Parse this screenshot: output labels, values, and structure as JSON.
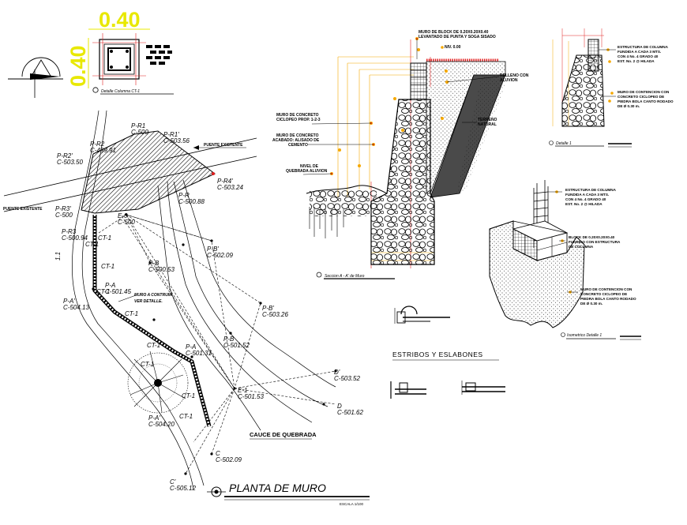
{
  "column_detail": {
    "dim_horizontal": "0.40",
    "dim_vertical": "0.40",
    "title": "Detalle Columna CT-1"
  },
  "plan": {
    "title": "PLANTA DE MURO",
    "scale": "ESCALA 1/100",
    "labels": {
      "puente_existente_1": "PUENTE EXISTENTE",
      "puente_existente_2": "PUENTE EXISTENTE",
      "muro_a_construir": "MURO A CONTRUIR",
      "ver_detalle": "VER DETALLE.",
      "cauce": "CAUCE DE QUEBRADA"
    },
    "points": [
      {
        "name": "P-R1",
        "code": "C-500"
      },
      {
        "name": "P-R1'",
        "code": "C-503.56"
      },
      {
        "name": "P-R2",
        "code": "C-499.91"
      },
      {
        "name": "P-R2'",
        "code": "C-503.50"
      },
      {
        "name": "P-R4'",
        "code": "C-503.24"
      },
      {
        "name": "P-R",
        "code": "C-500.88"
      },
      {
        "name": "E-0",
        "code": "C-500"
      },
      {
        "name": "P-R3'",
        "code": "C-500"
      },
      {
        "name": "P-R3",
        "code": "C-500.94"
      },
      {
        "name": "P-B'",
        "code": "C-502.09"
      },
      {
        "name": "P-B",
        "code": "C-500.53"
      },
      {
        "name": "P-A",
        "code": "C-501.45"
      },
      {
        "name": "P-A'",
        "code": "C-504.13"
      },
      {
        "name": "P-B'",
        "code": "C-503.26"
      },
      {
        "name": "P-B",
        "code": "C-501.52"
      },
      {
        "name": "P-A",
        "code": "C-501.31"
      },
      {
        "name": "D'",
        "code": "C-503.52"
      },
      {
        "name": "E-1",
        "code": "C-501.53"
      },
      {
        "name": "D",
        "code": "C-501.62"
      },
      {
        "name": "P-A'",
        "code": "C-504.20"
      },
      {
        "name": "C",
        "code": "C-502.09"
      },
      {
        "name": "C'",
        "code": "C-505.12"
      }
    ],
    "column_tags": [
      "CT-1",
      "CT-1",
      "CT-1",
      "CT-1",
      "CT-1",
      "CT-1",
      "CT-1",
      "CT-1",
      "CT-1"
    ],
    "dimension_mark": "1.1"
  },
  "section": {
    "title": "Seccion A - A' de Muro",
    "labels": {
      "block": "MURO DE BLOCK DE 0.20X0.20X0.40",
      "block2": "LEVANTADO DE PUNTA Y SOGA SISADO",
      "niv": "NIV. 0.00",
      "relleno": "RELLENO CON",
      "relleno2": "ALUVION",
      "ciclopeo": "MURO DE CONCRETO",
      "ciclopeo2": "CICLOPEO PROP. 1-2-3",
      "acabado": "MURO DE CONCRETO",
      "acabado2": "ACABADO: ALISADO DE",
      "acabado3": "CEMENTO",
      "terreno": "TERRENO",
      "terreno2": "NATURAL",
      "nivel": "NIVEL DE",
      "nivel2": "QUEBRADA ALUVION"
    }
  },
  "detail1": {
    "title": "Detalle 1",
    "estructura": [
      "ESTRUCTURA DE COLUMNA",
      "FUNDIDA A CADA 3 MTS.",
      "CON 4 No. 4 GRADO 40",
      "EST. No. 2 @ HILADA"
    ],
    "contencion": [
      "MURO DE CONTENCION CON",
      "CONCRETO CICLOPEO DE",
      "PIEDRA BOLA CANTO RODADO",
      "DE Ø 0.30 m."
    ]
  },
  "isometric": {
    "title": "Isometrico Detalle 1",
    "estructura": [
      "ESTRUCTURA DE COLUMNA",
      "FUNDIDA A CADA 3 MTS.",
      "CON 4 No. 4 GRADO 40",
      "EST. No. 2 @ HILADA"
    ],
    "block": [
      "BLOCK DE 0.20X0.20X0.40",
      "FUNDIDO CON ESTRUCTURA",
      "DE COLUMNA"
    ],
    "contencion": [
      "MURO DE CONTENCION CON",
      "CONCRETO CICLOPEO DE",
      "PIEDRA BOLA CANTO RODADO",
      "DE Ø 0.30 m."
    ]
  },
  "estribos": {
    "title": "ESTRIBOS Y ESLABONES"
  },
  "colors": {
    "dimension": "#e8e800",
    "accent_red": "#e02020",
    "accent_orange": "#f5a800",
    "ink": "#000000"
  }
}
